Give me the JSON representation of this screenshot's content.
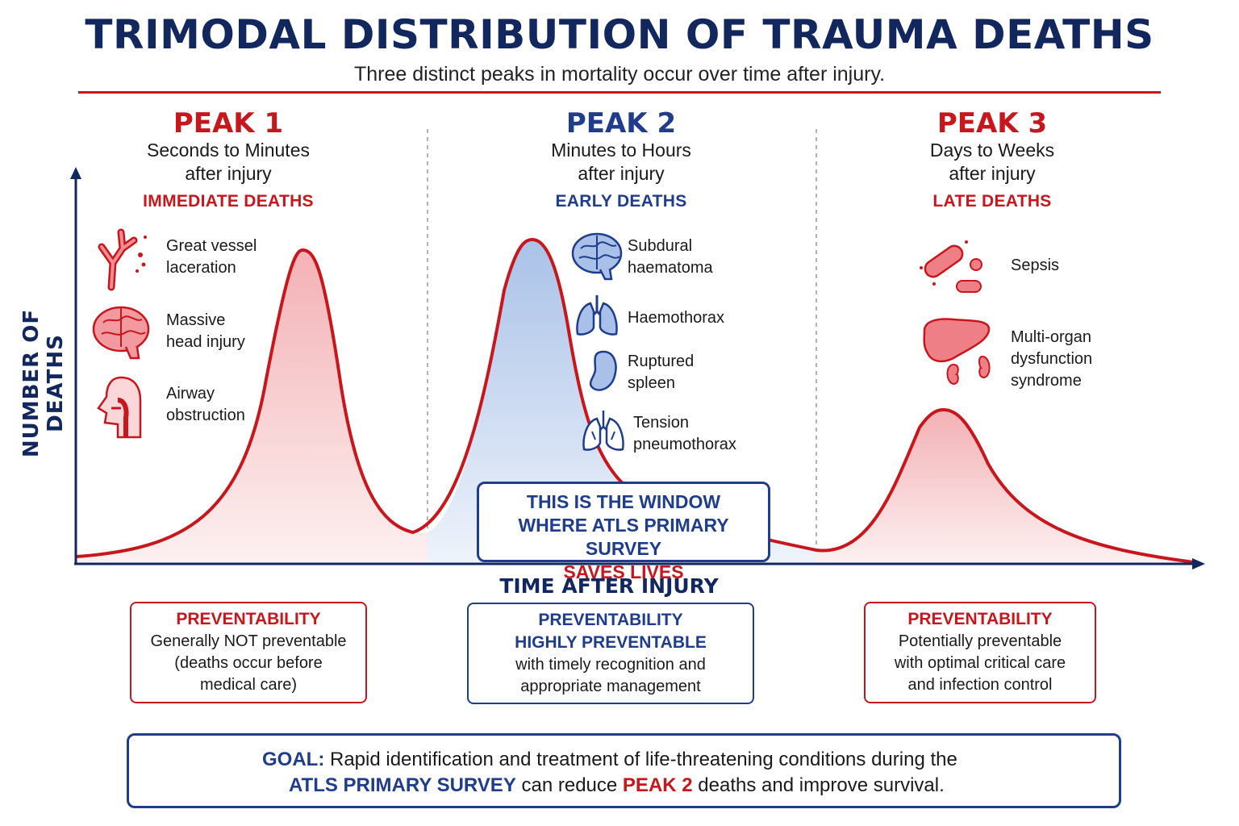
{
  "title": "TRIMODAL DISTRIBUTION OF TRAUMA DEATHS",
  "subtitle": "Three distinct peaks in mortality occur over time after injury.",
  "colors": {
    "red": "#c8161d",
    "navy": "#12275e",
    "blue": "#1f3d8c",
    "red_fill": "#f6c9cc",
    "blue_fill": "#b9cdeb"
  },
  "axes": {
    "y_label": "NUMBER OF DEATHS",
    "x_label": "TIME AFTER INJURY"
  },
  "peaks": [
    {
      "label": "PEAK 1",
      "time_line1": "Seconds to Minutes",
      "time_line2": "after injury",
      "category": "IMMEDIATE DEATHS",
      "causes": [
        {
          "icon": "blood-vessel-icon",
          "line1": "Great vessel",
          "line2": "laceration"
        },
        {
          "icon": "brain-icon",
          "line1": "Massive",
          "line2": "head injury"
        },
        {
          "icon": "airway-icon",
          "line1": "Airway",
          "line2": "obstruction"
        }
      ]
    },
    {
      "label": "PEAK 2",
      "time_line1": "Minutes to Hours",
      "time_line2": "after injury",
      "category": "EARLY DEATHS",
      "causes": [
        {
          "icon": "brain-icon",
          "line1": "Subdural",
          "line2": "haematoma"
        },
        {
          "icon": "lungs-icon",
          "line1": "Haemothorax",
          "line2": ""
        },
        {
          "icon": "spleen-icon",
          "line1": "Ruptured",
          "line2": "spleen"
        },
        {
          "icon": "lungs-icon",
          "line1": "Tension",
          "line2": "pneumothorax"
        }
      ]
    },
    {
      "label": "PEAK 3",
      "time_line1": "Days to Weeks",
      "time_line2": "after injury",
      "category": "LATE DEATHS",
      "causes": [
        {
          "icon": "bacteria-icon",
          "line1": "Sepsis",
          "line2": "",
          "line3": ""
        },
        {
          "icon": "liver-kidney-icon",
          "line1": "Multi-organ",
          "line2": "dysfunction",
          "line3": "syndrome"
        }
      ]
    }
  ],
  "window_box": {
    "line1": "THIS IS THE WINDOW",
    "line2": "WHERE ATLS PRIMARY SURVEY",
    "line3": "SAVES LIVES"
  },
  "preventability": [
    {
      "title": "PREVENTABILITY",
      "line1": "Generally NOT preventable",
      "line2": "(deaths occur before",
      "line3": "medical care)",
      "line4": ""
    },
    {
      "title": "PREVENTABILITY",
      "line1": "HIGHLY PREVENTABLE",
      "line2": "with timely recognition and",
      "line3": "appropriate management",
      "line4": ""
    },
    {
      "title": "PREVENTABILITY",
      "line1": "Potentially preventable",
      "line2": "with optimal critical care",
      "line3": "and infection control",
      "line4": ""
    }
  ],
  "goal": {
    "icon": "target-icon",
    "label": "GOAL:",
    "line1_text": "Rapid identification and treatment of life-threatening conditions during the",
    "line2_emph": "ATLS PRIMARY SURVEY",
    "line2_mid": "can reduce",
    "line2_peak": "PEAK 2",
    "line2_end": "deaths and improve survival."
  }
}
